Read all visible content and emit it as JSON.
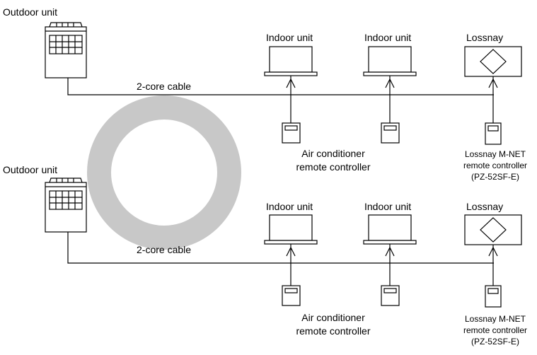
{
  "colors": {
    "line": "#000000",
    "ring": "#c8c8c8",
    "background": "#ffffff"
  },
  "systems": [
    {
      "outdoor_label": "Outdoor unit",
      "cable_label": "2-core cable",
      "indoor_labels": [
        "Indoor unit",
        "Indoor unit"
      ],
      "lossnay_label": "Lossnay",
      "ac_remote_label": [
        "Air conditioner",
        "remote controller"
      ],
      "lossnay_remote_label": [
        "Lossnay M-NET",
        "remote controller",
        "(PZ-52SF-E)"
      ]
    },
    {
      "outdoor_label": "Outdoor unit",
      "cable_label": "2-core cable",
      "indoor_labels": [
        "Indoor unit",
        "Indoor unit"
      ],
      "lossnay_label": "Lossnay",
      "ac_remote_label": [
        "Air conditioner",
        "remote controller"
      ],
      "lossnay_remote_label": [
        "Lossnay M-NET",
        "remote controller",
        "(PZ-52SF-E)"
      ]
    }
  ]
}
